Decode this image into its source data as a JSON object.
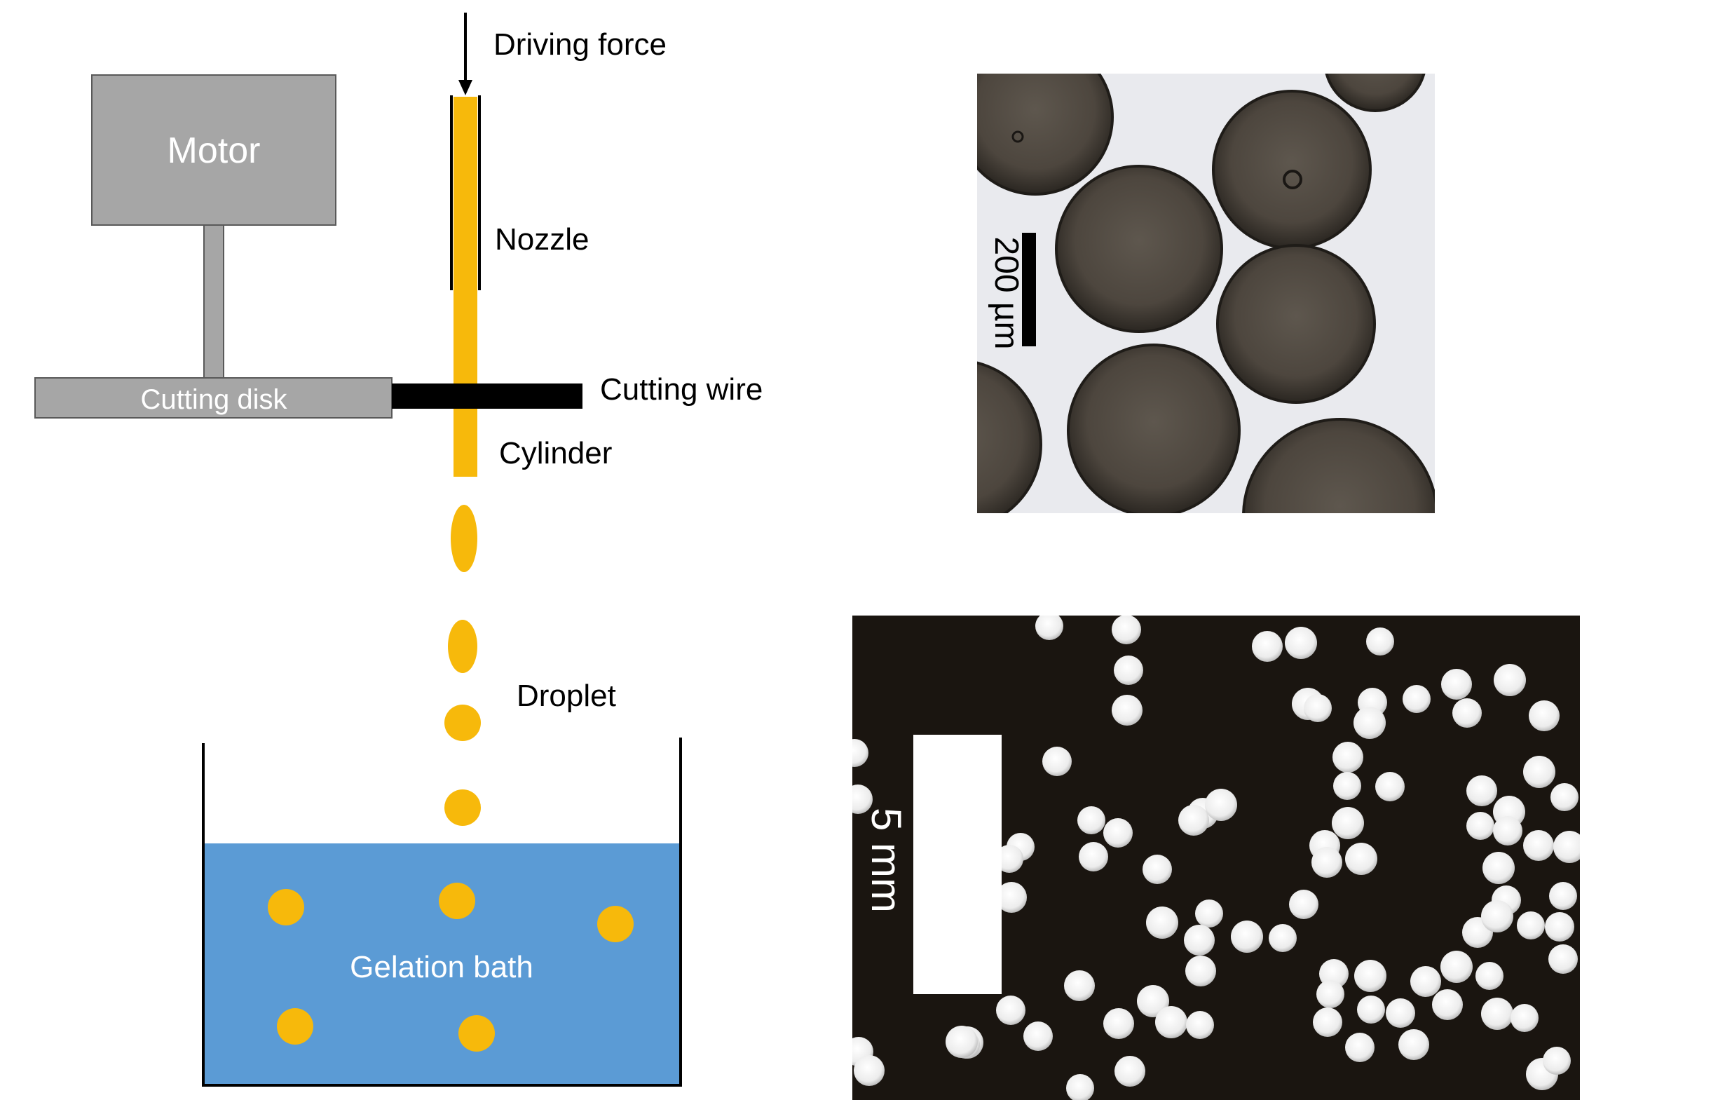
{
  "labels": {
    "driving_force": "Driving force",
    "motor": "Motor",
    "nozzle": "Nozzle",
    "cutting_disk": "Cutting disk",
    "cutting_wire": "Cutting wire",
    "cylinder": "Cylinder",
    "droplet": "Droplet",
    "gelation_bath": "Gelation bath"
  },
  "micrograph_top": {
    "scale_bar": "200 µm"
  },
  "micrograph_bottom": {
    "scale_bar": "5 mm"
  },
  "colors": {
    "material": "#F7B90B",
    "bath": "#5B9BD5",
    "motor_gray": "#A6A6A6",
    "micro_bg": "#E9EAEE",
    "micro_bead": "#4F4A43",
    "macro_bg": "#1A1510",
    "macro_bead": "#F1F1F1"
  }
}
